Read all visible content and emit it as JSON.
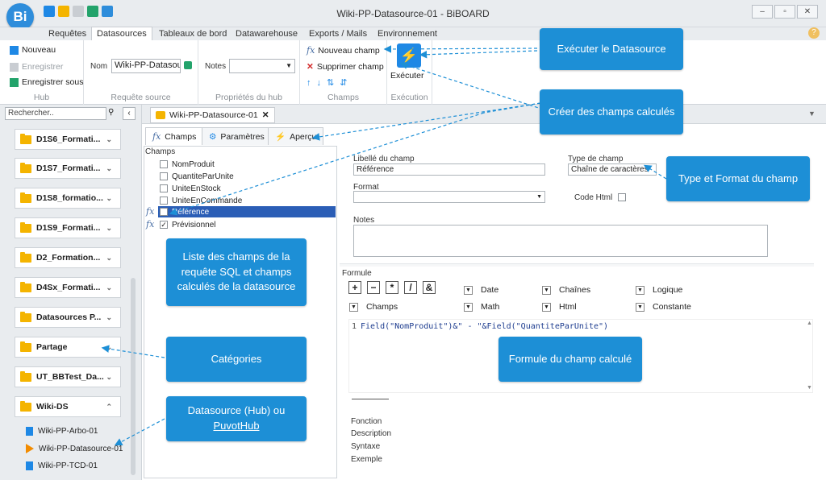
{
  "app": {
    "logo": "Bi",
    "title": "Wiki-PP-Datasource-01 - BiBOARD",
    "window_buttons": [
      "–",
      "▫",
      "✕"
    ]
  },
  "ribbon_tabs": [
    "Requêtes",
    "Datasources",
    "Tableaux de bord",
    "Datawarehouse",
    "Exports / Mails",
    "Environnement"
  ],
  "ribbon": {
    "hub": {
      "items": [
        "Nouveau",
        "Enregistrer",
        "Enregistrer sous"
      ],
      "label": "Hub"
    },
    "source": {
      "name_label": "Nom",
      "name_value": "Wiki-PP-Datasour",
      "label": "Requête source"
    },
    "props": {
      "notes_label": "Notes",
      "label": "Propriétés du hub"
    },
    "fields": {
      "items": [
        "Nouveau champ",
        "Supprimer champ"
      ],
      "label": "Champs"
    },
    "exec": {
      "button": "Exécuter",
      "label": "Exécution"
    }
  },
  "search": {
    "placeholder": "Rechercher.."
  },
  "categories": [
    "D1S6_Formati...",
    "D1S7_Formati...",
    "D1S8_formatio...",
    "D1S9_Formati...",
    "D2_Formation...",
    "D4Sx_Formati...",
    "Datasources P...",
    "Partage",
    "UT_BBTest_Da...",
    "Wiki-DS"
  ],
  "datasources": [
    "Wiki-PP-Arbo-01",
    "Wiki-PP-Datasource-01",
    "Wiki-PP-TCD-01"
  ],
  "doc_tab": "Wiki-PP-Datasource-01",
  "subtabs": [
    "Champs",
    "Paramètres",
    "Aperçu"
  ],
  "fields_panel": {
    "title": "Champs",
    "items": [
      {
        "name": "NomProduit",
        "checked": false,
        "calc": false
      },
      {
        "name": "QuantiteParUnite",
        "checked": false,
        "calc": false
      },
      {
        "name": "UniteEnStock",
        "checked": false,
        "calc": false
      },
      {
        "name": "UniteEnCommande",
        "checked": false,
        "calc": false
      },
      {
        "name": "Référence",
        "checked": true,
        "calc": true
      },
      {
        "name": "Prévisionnel",
        "checked": true,
        "calc": true
      }
    ]
  },
  "details": {
    "libelle_label": "Libellé du champ",
    "libelle_value": "Référence",
    "type_label": "Type de champ",
    "type_value": "Chaîne de caractères",
    "format_label": "Format",
    "code_html_label": "Code Html",
    "notes_label": "Notes"
  },
  "formula": {
    "title": "Formule",
    "operators": [
      "+",
      "−",
      "*",
      "/",
      "&"
    ],
    "menus": [
      "Date",
      "Chaînes",
      "Logique",
      "Champs",
      "Math",
      "Html",
      "Constante"
    ],
    "line_no": "1",
    "code": "Field(\"NomProduit\")&\" - \"&Field(\"QuantiteParUnite\")",
    "info": [
      "Fonction",
      "Description",
      "Syntaxe",
      "Exemple"
    ]
  },
  "callouts": {
    "exec": "Exécuter le Datasource",
    "calc": "Créer des champs calculés",
    "type": "Type et Format du champ",
    "list": "Liste des champs de la requête SQL et champs calculés de la datasource",
    "cats": "Catégories",
    "hub": "Datasource (Hub) ou ",
    "hub_link": "PuvotHub",
    "formula": "Formule du champ calculé"
  },
  "colors": {
    "accent": "#1d8fd6",
    "selected": "#2b5eb6",
    "folder": "#f4b400"
  }
}
